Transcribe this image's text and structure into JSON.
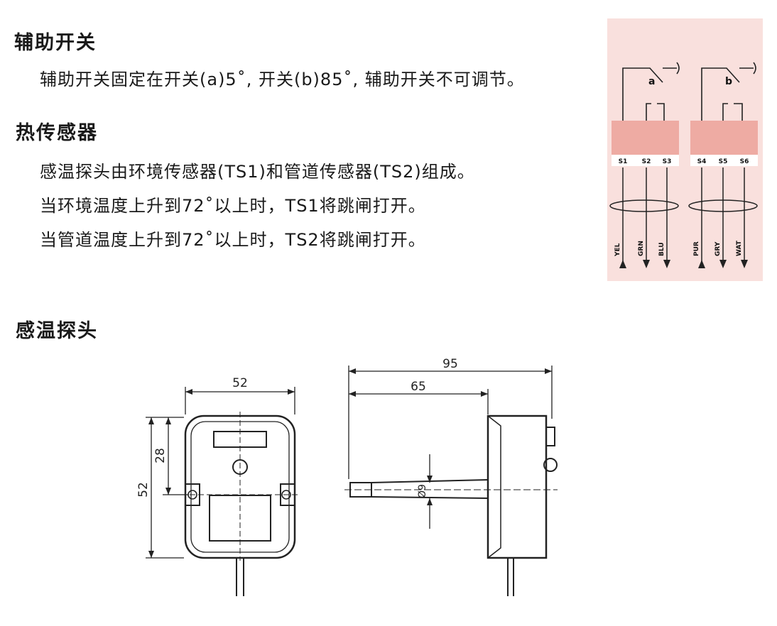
{
  "sections": {
    "aux_switch": {
      "title": "辅助开关",
      "text": "辅助开关固定在开关(a)5˚, 开关(b)85˚, 辅助开关不可调节。"
    },
    "thermal_sensor": {
      "title": "热传感器",
      "lines": [
        "感温探头由环境传感器(TS1)和管道传感器(TS2)组成。",
        "当环境温度上升到72˚以上时，TS1将跳闸打开。",
        "当管道温度上升到72˚以上时，TS2将跳闸打开。"
      ]
    },
    "probe": {
      "title": "感温探头"
    }
  },
  "wiring_diagram": {
    "switch_labels": [
      "a",
      "b"
    ],
    "terminals": [
      "S1",
      "S2",
      "S3",
      "S4",
      "S5",
      "S6"
    ],
    "wires": [
      "YEL",
      "GRN",
      "BLU",
      "PUR",
      "GRY",
      "WAT"
    ],
    "colors": {
      "background": "#f9e0dd",
      "relay_block": "#eeaba3"
    }
  },
  "dimension_drawing": {
    "front_width": "52",
    "front_height": "52",
    "hole_offset": "28",
    "side_total_length": "95",
    "probe_length": "65",
    "probe_diameter": "Ø9"
  }
}
